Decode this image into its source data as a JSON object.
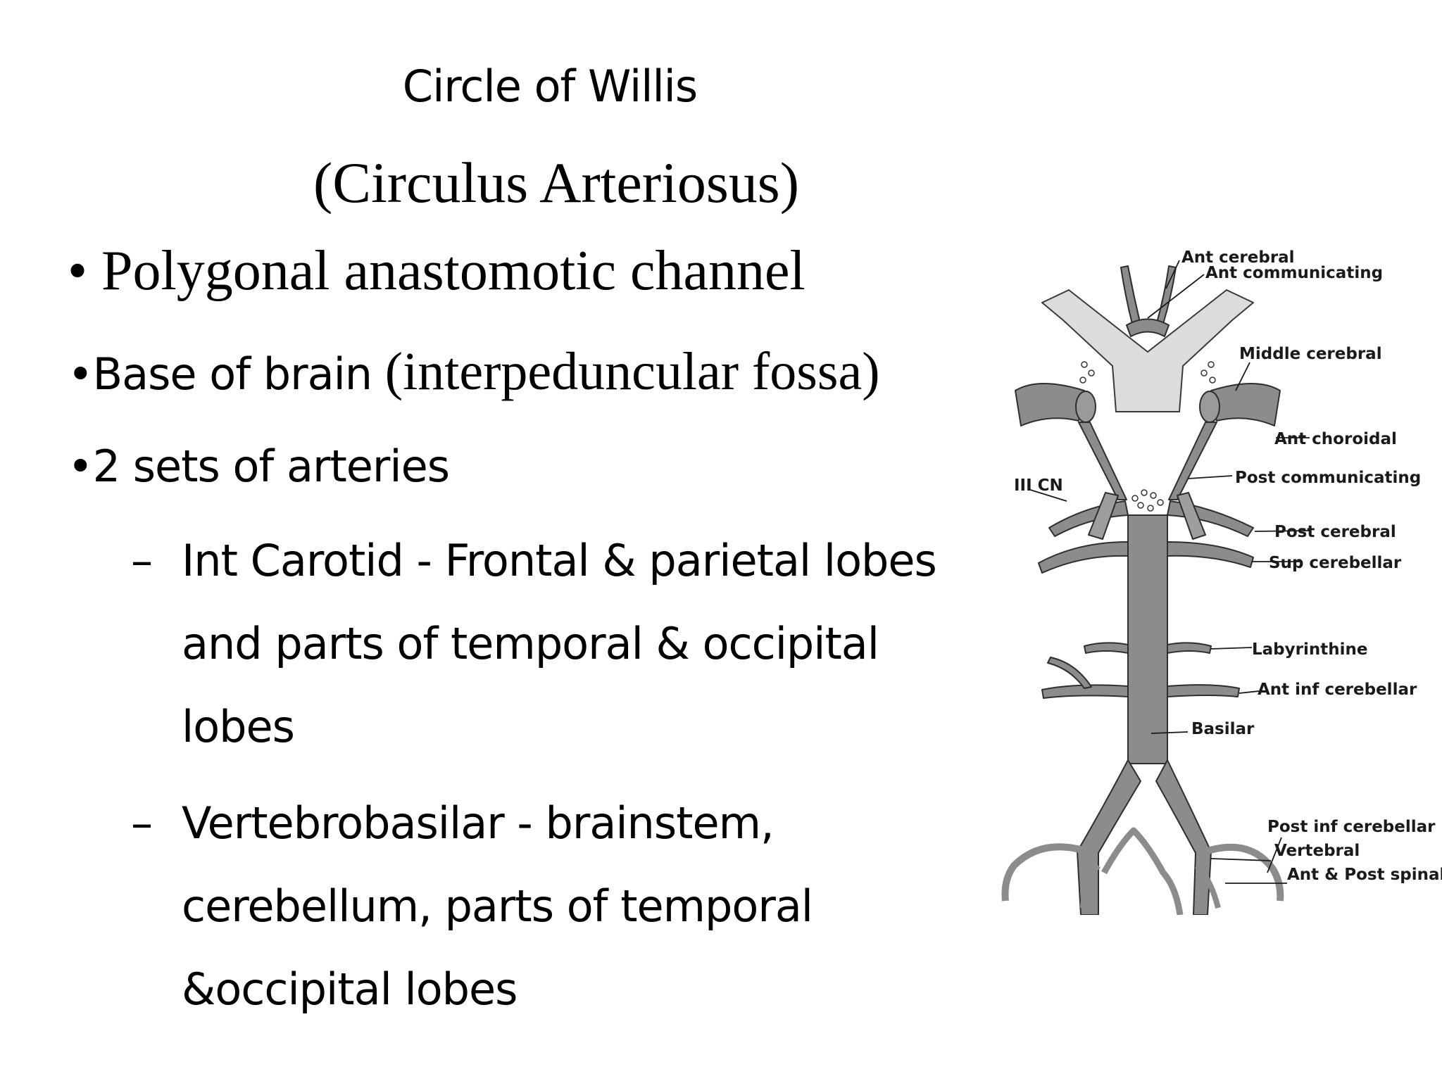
{
  "title": "Circle of Willis",
  "subtitle": "(Circulus Arteriosus)",
  "bullets": [
    {
      "marker": "• ",
      "text": "Polygonal anastomotic channel"
    },
    {
      "marker": "•",
      "text_sans": "Base of brain ",
      "text_serif": "(interpeduncular fossa)"
    },
    {
      "marker": "•",
      "text": "2 sets of arteries"
    }
  ],
  "sub_bullets": [
    {
      "dash": "–",
      "lines": [
        "Int Carotid - Frontal & parietal lobes",
        "and parts of temporal & occipital",
        "lobes"
      ]
    },
    {
      "dash": "–",
      "lines": [
        "Vertebrobasilar - brainstem,",
        "cerebellum, parts of temporal",
        "&occipital lobes"
      ]
    }
  ],
  "diagram": {
    "labels": {
      "ant_cerebral": "Ant cerebral",
      "ant_communicating": "Ant communicating",
      "middle_cerebral": "Middle cerebral",
      "ant_choroidal": "Ant choroidal",
      "iii_cn": "III CN",
      "post_communicating": "Post communicating",
      "post_cerebral": "Post cerebral",
      "sup_cerebellar": "Sup cerebellar",
      "labyrinthine": "Labyrinthine",
      "ant_inf_cerebellar": "Ant inf cerebellar",
      "basilar": "Basilar",
      "post_inf_cerebellar": "Post inf cerebellar",
      "vertebral": "Vertebral",
      "ant_post_spinal": "Ant & Post spinal"
    },
    "colors": {
      "artery": "#8c8c8c",
      "outline": "#2e2e2e",
      "chiasm": "#dcdcdc"
    }
  }
}
